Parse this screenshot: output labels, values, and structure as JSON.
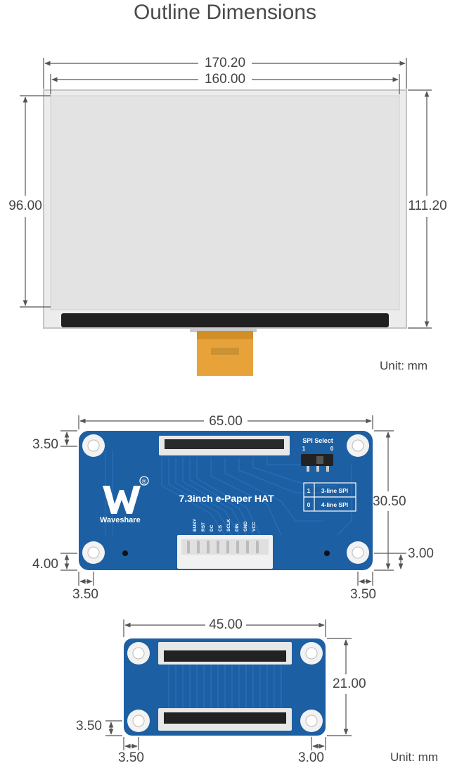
{
  "title": "Outline Dimensions",
  "unit_label_top": "Unit: mm",
  "unit_label_bottom": "Unit: mm",
  "display": {
    "outer_width": "170.20",
    "active_width": "160.00",
    "active_height": "96.00",
    "outer_height": "111.20",
    "fpc_label": "",
    "colors": {
      "panel_bg": "#ececec",
      "frame": "#c8c8c8",
      "black_bar": "#202020",
      "fpc": "#e7a33a"
    }
  },
  "hat": {
    "width": "65.00",
    "height": "30.50",
    "top_hole_offset": "3.50",
    "bottom_hole_offset": "4.00",
    "left_hole_offset": "3.50",
    "right_hole_offset": "3.50",
    "right_bottom_offset": "3.00",
    "board_title": "7.3inch e-Paper HAT",
    "brand": "Waveshare",
    "brand_mark": "®",
    "spi_select": "SPI Select",
    "spi_1": "1",
    "spi_0": "0",
    "spi_table": [
      {
        "key": "1",
        "label": "3-line SPI"
      },
      {
        "key": "0",
        "label": "4-line SPI"
      }
    ],
    "pins": [
      "BUSY",
      "RST",
      "DC",
      "CS",
      "SCLK",
      "DIN",
      "GND",
      "VCC"
    ],
    "colors": {
      "pcb": "#1d5fa3",
      "trace": "#2a72bd"
    }
  },
  "adapter": {
    "width": "45.00",
    "height": "21.00",
    "hole_offset_vertical": "3.50",
    "hole_offset_left": "3.50",
    "hole_offset_right": "3.00"
  }
}
